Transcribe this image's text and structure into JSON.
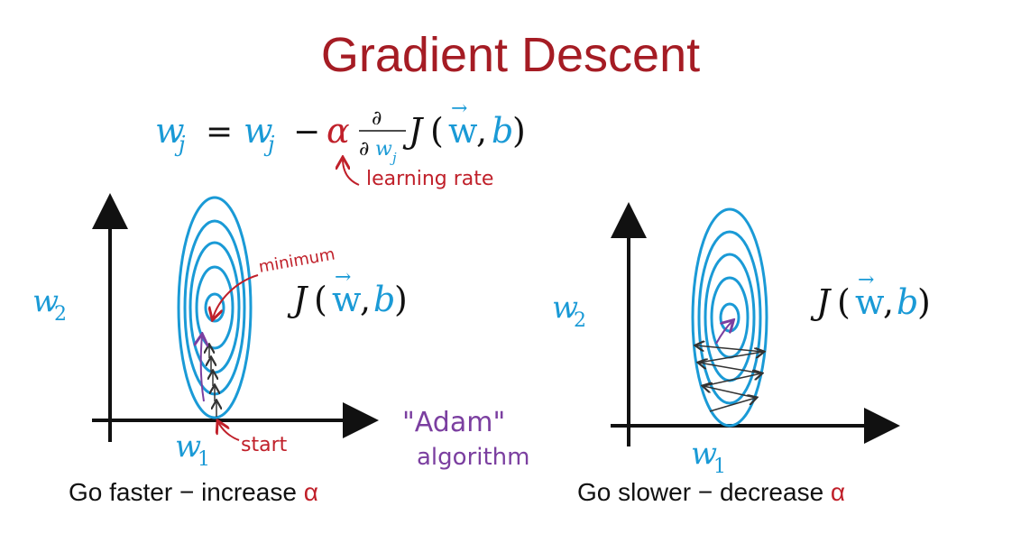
{
  "title": "Gradient Descent",
  "formula": {
    "lhs": "w",
    "lhs_sub": "j",
    "eq": "=",
    "rhs_w": "w",
    "rhs_sub": "j",
    "minus": "−",
    "alpha": "α",
    "partial": "∂",
    "den_partial": "∂",
    "den_w": "w",
    "den_sub": "j",
    "J": "J",
    "open_paren": "(",
    "w_vec": "w",
    "arrow": "→",
    "comma": ",",
    "b": "b",
    "close_paren": ")"
  },
  "annotations": {
    "learning_rate": "learning rate",
    "minimum": "minimum",
    "start": "start",
    "adam_quote": "\"Adam\"",
    "adam_algorithm": "algorithm"
  },
  "left_plot": {
    "y_label": "w",
    "y_sub": "2",
    "x_label": "w",
    "x_sub": "1",
    "cost_J": "J",
    "cost_open": "(",
    "cost_w": "w",
    "cost_comma": ",",
    "cost_b": "b",
    "cost_close": ")",
    "caption_text": "Go faster − increase ",
    "caption_alpha": "α"
  },
  "right_plot": {
    "y_label": "w",
    "y_sub": "2",
    "x_label": "w",
    "x_sub": "1",
    "cost_J": "J",
    "cost_open": "(",
    "cost_w": "w",
    "cost_comma": ",",
    "cost_b": "b",
    "cost_close": ")",
    "caption_text": "Go slower − decrease ",
    "caption_alpha": "α"
  },
  "colors": {
    "title": "#a51c24",
    "math_blue": "#1a9ad6",
    "annotation_red": "#c0202a",
    "adam_purple": "#7b3fa0",
    "contour": "#1a9ad6",
    "steps": "#333333"
  }
}
